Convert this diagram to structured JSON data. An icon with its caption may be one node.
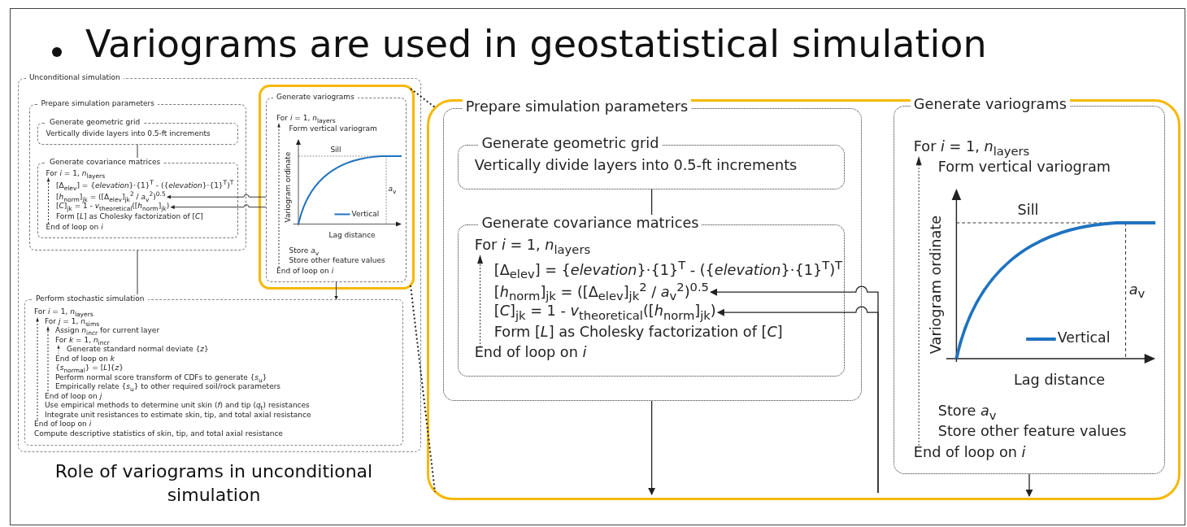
{
  "diagram": {
    "title": "Variograms are used in geostatistical simulation",
    "nodes": [
      {
        "text": [
          "Unconditional simulation"
        ],
        "beside": [
          "Role of variograms in unconditional simulation"
        ]
      },
      {
        "text": [
          "Prepare simulation parameters"
        ],
        "in": 0
      },
      {
        "text": [
          "Generate geometric grid",
          "Vertically divide layers into 0.5-ft increments"
        ],
        "in": 1
      },
      {
        "text": [
          "Generate covariance matrices",
          "For *i* = 1, *n*$_{layers}$",
          "[Δ$_{elev}$] = {*elevation*}·{1}$^{T}$ - ({*elevation*}·{1}$^{T}$)$^{T}$",
          "[*h*$_{norm}$]$_{jk}$ = ([Δ$_{elev}$]$_{jk}$$^{2}$ / *a*$_{v}$$^{2}$)$^{0.5}$",
          "[*C*]$_{jk}$ = 1 - *v*$_{theoretical}$([*h*$_{norm}$]$_{jk}$)",
          "Form [*L*] as Cholesky factorization of [*C*]",
          "End of loop on *i*"
        ],
        "in": 1
      },
      {
        "text": [],
        "shape": "box",
        "in": 0
      },
      {
        "text": [
          "Generate variograms",
          "For *i* = 1, *n*$_{layers}$",
          "Form vertical variogram",
          "Variogram ordinate",
          "Sill",
          "*a*$_{v}$",
          "Lag distance",
          "Store *a*$_{v}$",
          "Store other feature values",
          "End of loop on *i*"
        ],
        "in": 4
      },
      {
        "text": [
          "Perform stochastic simulation",
          "For *i* = 1, *n*$_{layers}$",
          "For *j* = 1, *n*$_{sims}$",
          "Assign *n*$_{incr}$ for current layer",
          "For *k* = 1, *n*$_{incr}$",
          "Generate standard normal deviate {*z*}",
          "End of loop on *k*",
          "{*s*$_{normal}$} = [*L*]{*z*}",
          "Perform normal score transform of CDFs to generate {*s*$_{u}$}",
          "Empirically relate {*s*$_{u}$} to other required soil/rock parameters",
          "End of loop on *j*",
          "Use empirical methods to determine unit skin (*f*) and tip (*q*$_{t}$) resistances",
          "Integrate unit resistances to estimate skin, tip, and total axial resistance",
          "End of loop on *i*",
          "Compute descriptive statistics of skin, tip, and total axial resistance"
        ],
        "in": 0
      },
      {
        "text": [],
        "shape": "box"
      },
      {
        "text": [
          "Prepare simulation parameters"
        ],
        "in": 7
      },
      {
        "text": [
          "Generate geometric grid",
          "Vertically divide layers into 0.5-ft increments"
        ],
        "in": 8
      },
      {
        "text": [
          "Generate covariance matrices",
          "For *i* = 1, *n*$_{layers}$",
          "[Δ$_{elev}$] = {*elevation*}·{1}$^{T}$ - ({*elevation*}·{1}$^{T}$)$^{T}$",
          "[*h*$_{norm}$]$_{jk}$ = ([Δ$_{elev}$]$_{jk}$$^{2}$ / *a*$_{v}$$^{2}$)$^{0.5}$",
          "[*C*]$_{jk}$ = 1 - *v*$_{theoretical}$([*h*$_{norm}$]$_{jk}$)",
          "Form [*L*] as Cholesky factorization of [*C*]",
          "End of loop on *i*"
        ],
        "in": 8
      },
      {
        "text": [
          "Generate variograms",
          "For *i* = 1, *n*$_{layers}$",
          "Form vertical variogram",
          "Variogram ordinate",
          "Sill",
          "*a*$_{v}$",
          "Lag distance",
          "Store *a*$_{v}$",
          "Store other feature values",
          "End of loop on *i*"
        ],
        "in": 7
      }
    ],
    "edges": [
      {
        "from": 2,
        "to": 3,
        "arrow": "to"
      },
      {
        "from": 1,
        "to": 6,
        "arrow": "to"
      },
      {
        "from": 5,
        "to": 3,
        "arrow": "to"
      },
      {
        "from": 5,
        "to": 3,
        "arrow": "to"
      },
      {
        "from": 5,
        "to": 6,
        "arrow": "to"
      },
      {
        "from": 4,
        "to": 7,
        "arrow": "none",
        "style": "dashed"
      },
      {
        "from": 4,
        "to": 7,
        "arrow": "none",
        "style": "dashed"
      },
      {
        "from": 9,
        "to": 10,
        "arrow": "to"
      },
      {
        "from": 8,
        "to": null,
        "arrow": "to"
      },
      {
        "from": null,
        "to": 10,
        "arrow": "to"
      },
      {
        "from": null,
        "to": 10,
        "arrow": "to"
      },
      {
        "from": 11,
        "to": null,
        "arrow": "to"
      }
    ],
    "legend": [
      {
        "text": "Vertical"
      },
      {
        "text": "Vertical"
      }
    ]
  }
}
